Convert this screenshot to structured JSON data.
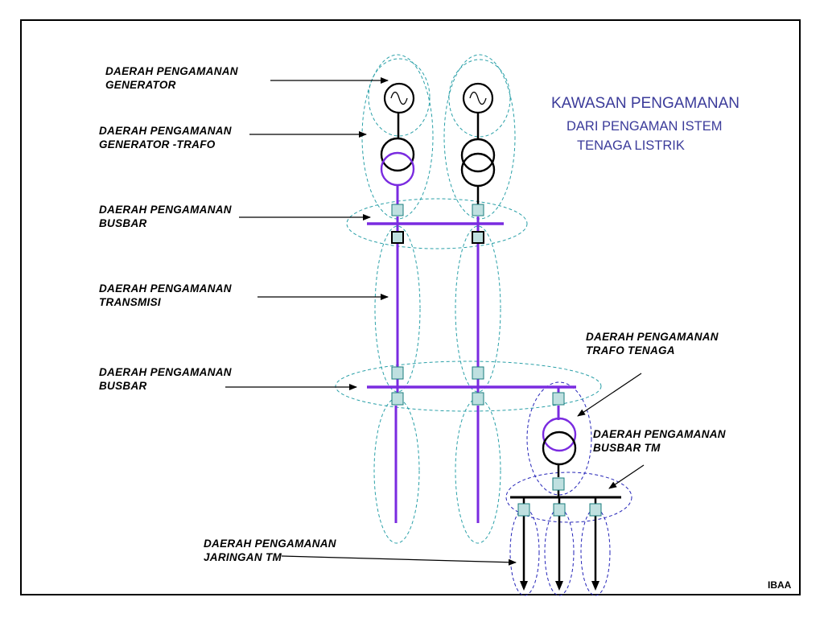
{
  "title": {
    "line1": "KAWASAN PENGAMANAN",
    "line2": "DARI  PENGAMAN  ISTEM",
    "line3": "TENAGA  LISTRIK"
  },
  "labels": {
    "generator": [
      "DAERAH  PENGAMANAN",
      "GENERATOR"
    ],
    "generator_trafo": [
      "DAERAH  PENGAMANAN",
      "GENERATOR -TRAFO"
    ],
    "busbar_1": [
      "DAERAH  PENGAMANAN",
      "BUSBAR"
    ],
    "transmisi": [
      "DAERAH  PENGAMANAN",
      "TRANSMISI"
    ],
    "busbar_2": [
      "DAERAH  PENGAMANAN",
      "BUSBAR"
    ],
    "trafo_tenaga": [
      "DAERAH  PENGAMANAN",
      "TRAFO  TENAGA"
    ],
    "busbar_tm": [
      "DAERAH  PENGAMANAN",
      "BUSBAR  TM"
    ],
    "jaringan_tm": [
      "DAERAH  PENGAMANAN",
      "JARINGAN TM"
    ]
  },
  "credit": "IBAA",
  "colors": {
    "line_purple": "#7a2be0",
    "zone_teal": "#2aa0a8",
    "zone_blue": "#2424b8",
    "breaker_fill": "#bfe0e0",
    "title_blue": "#3b3b9a"
  }
}
